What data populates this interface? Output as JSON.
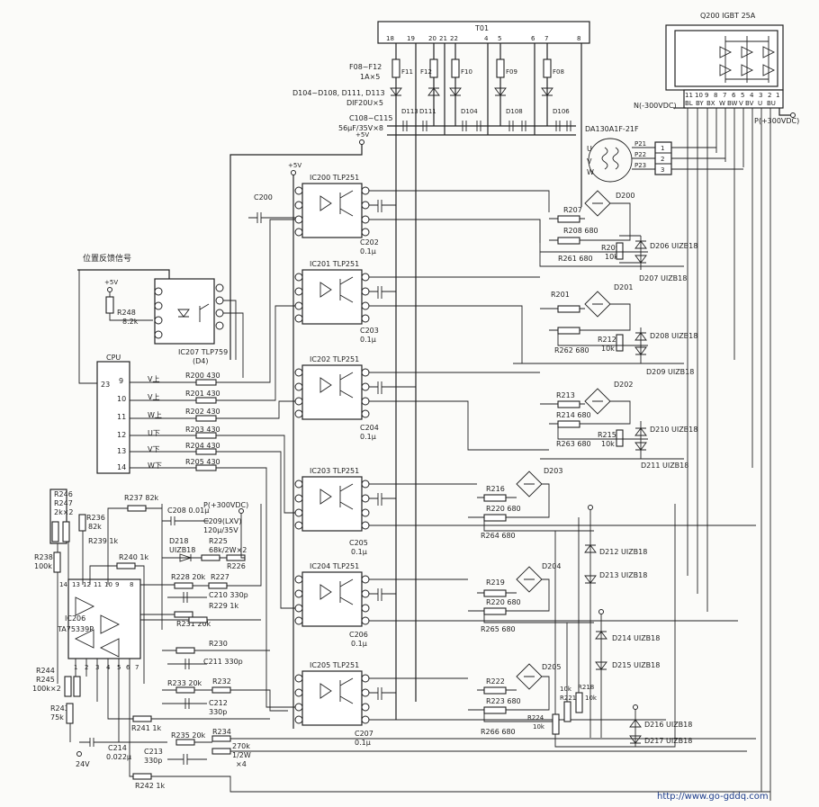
{
  "transformer": {
    "label": "T01",
    "pins": [
      "18",
      "19",
      "20",
      "21",
      "22",
      "4",
      "5",
      "6",
      "7",
      "8"
    ]
  },
  "igbt": {
    "label": "Q200 IGBT 25A",
    "pins": [
      "11",
      "10",
      "9",
      "8",
      "7",
      "6",
      "5",
      "4",
      "3",
      "2",
      "1"
    ],
    "pin_names": [
      "BL",
      "BY",
      "BX",
      "W",
      "BW",
      "V",
      "BV",
      "U",
      "BU"
    ]
  },
  "fuses": {
    "group": "F08~F12",
    "rating": "1A×5",
    "labels": [
      "F11",
      "F12",
      "F10",
      "F09",
      "F08"
    ]
  },
  "diodes_top": {
    "group": "D104~D108, D111, D113",
    "part": "DIF20U×5",
    "labels": [
      "D113",
      "D111",
      "D104",
      "D108",
      "D106"
    ]
  },
  "caps_top": {
    "group": "C108~C115",
    "rating": "56μF/35V×8"
  },
  "supply": {
    "n_label": "N(-300VDC)",
    "p_label": "P(+300VDC)",
    "v5": "+5V",
    "v24": "24V",
    "p300": "P(+300VDC)"
  },
  "motor": {
    "part": "DA130A1F-21F",
    "phases": [
      "U",
      "V",
      "W"
    ],
    "conn": [
      "P21",
      "P22",
      "P23"
    ],
    "conn_pins": [
      "1",
      "2",
      "3"
    ]
  },
  "optocouplers": [
    {
      "label": "IC200 TLP251",
      "cap": "C202",
      "cap_val": "0.1μ"
    },
    {
      "label": "IC201 TLP251",
      "cap": "C203",
      "cap_val": "0.1μ"
    },
    {
      "label": "IC202 TLP251",
      "cap": "C204",
      "cap_val": "0.1μ"
    },
    {
      "label": "IC203 TLP251",
      "cap": "C205",
      "cap_val": "0.1μ"
    },
    {
      "label": "IC204 TLP251",
      "cap": "C206",
      "cap_val": "0.1μ"
    },
    {
      "label": "IC205 TLP251",
      "cap": "C207",
      "cap_val": "0.1μ"
    }
  ],
  "c200": "C200",
  "feedback": {
    "title": "位置反馈信号",
    "ic": "IC207  TLP759",
    "ic_sub": "(D4)",
    "res": "R248",
    "res_val": "8.2k",
    "v5": "+5V"
  },
  "cpu": {
    "label": "CPU",
    "pin23": "23",
    "pins": [
      "9",
      "10",
      "11",
      "12",
      "13",
      "14"
    ],
    "signals": [
      "V上",
      "V上",
      "W上",
      "U下",
      "V下",
      "W下"
    ],
    "resistors": [
      "R200 430",
      "R201 430",
      "R202 430",
      "R203 430",
      "R204 430",
      "R205 430"
    ]
  },
  "gate_drive": [
    {
      "r1": "R207",
      "r2": "R208 680",
      "r3": "R261 680",
      "rz": "R209",
      "rz_val": "10k",
      "zd": "D206 UIZB18",
      "zd2": "D207 UIZB18",
      "bridge": "D200"
    },
    {
      "r1": "R201",
      "r2": "",
      "r3": "R262 680",
      "rz": "R212",
      "rz_val": "10k",
      "zd": "D208 UIZB18",
      "zd2": "D209 UIZB18",
      "bridge": "D201"
    },
    {
      "r1": "R213",
      "r2": "R214 680",
      "r3": "R263 680",
      "rz": "R215",
      "rz_val": "10k",
      "zd": "D210 UIZB18",
      "zd2": "D211 UIZB18",
      "bridge": "D202"
    },
    {
      "r1": "R216",
      "r2": "R220 680",
      "r3": "R264 680",
      "bridge": "D203"
    },
    {
      "r1": "R219",
      "r2": "R220 680",
      "r3": "R265 680",
      "bridge": "D204"
    },
    {
      "r1": "R222",
      "r2": "R223 680",
      "r3": "R266 680",
      "bridge": "D205"
    }
  ],
  "lower_zeners": [
    "D212 UIZB18",
    "D213 UIZB18",
    "D214 UIZB18",
    "D215 UIZB18",
    "D216 UIZB18",
    "D217 UIZB18"
  ],
  "lower_res": [
    "R224",
    "10k",
    "R221",
    "10k",
    "R218",
    "10k"
  ],
  "protection": {
    "ic": "IC206",
    "ic_part": "TA75339P",
    "r246": "R246",
    "r247": "R247",
    "r246_val": "2k×2",
    "r236": "R236",
    "r236_val": "82k",
    "r237": "R237 82k",
    "r238": "R238",
    "r238_val": "100k",
    "r239": "R239 1k",
    "r240": "R240 1k",
    "pins_top": [
      "14",
      "13",
      "12",
      "11",
      "10",
      "9",
      "8"
    ],
    "pins_bot": [
      "1",
      "2",
      "3",
      "4",
      "5",
      "6",
      "7"
    ],
    "c208": "C208 0.01μ",
    "c209": "C209(LXV)",
    "c209_val": "120μ/35V",
    "d218": "D218",
    "d218_val": "UIZB18",
    "r225": "R225",
    "r225_val": "68k/2W×2",
    "r226": "R226",
    "r228": "R228 20k",
    "r227": "R227",
    "c210": "C210 330p",
    "r229": "R229 1k",
    "r231": "R231 20k",
    "r230": "R230",
    "c211": "C211 330p",
    "r233": "R233 20k",
    "r232": "R232",
    "c212": "C212",
    "c212_val": "330p",
    "r244": "R244",
    "r245": "R245",
    "r244_val": "100k×2",
    "r243": "R243",
    "r243_val": "75k",
    "r241": "R241 1k",
    "c214": "C214",
    "c214_val": "0.022μ",
    "c213": "C213",
    "c213_val": "330p",
    "r235": "R235 20k",
    "r234": "R234",
    "r234_val": "270k",
    "r234_val2": "1/2W",
    "r234_val3": "×4",
    "r242": "R242 1k"
  },
  "watermark": "http://www.go-gddq.com"
}
